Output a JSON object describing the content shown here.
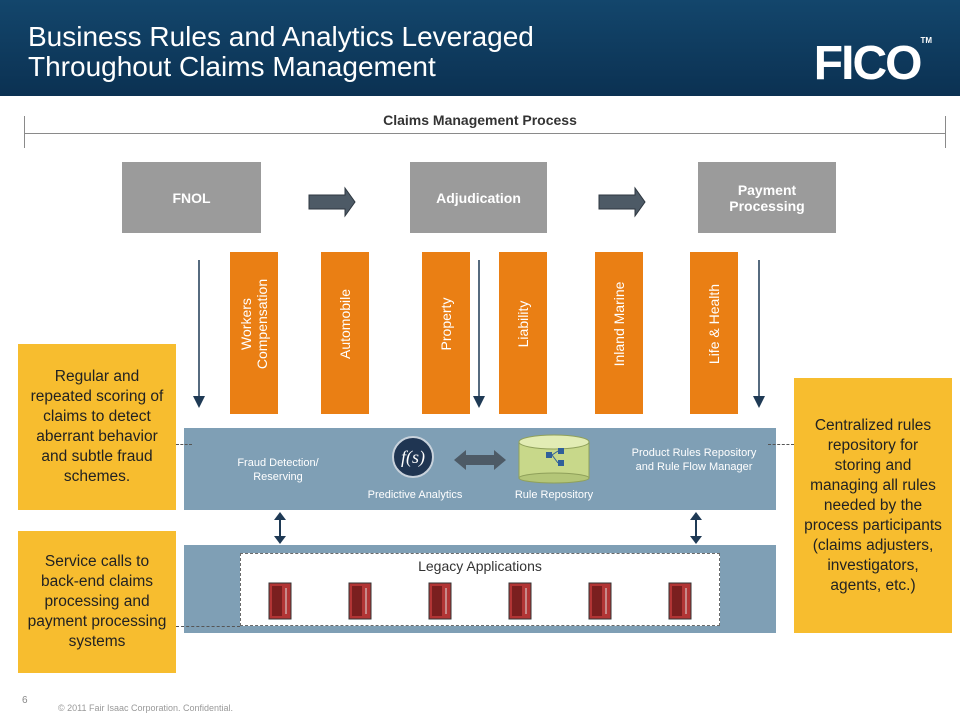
{
  "header": {
    "title_line1": "Business Rules and Analytics Leveraged",
    "title_line2": "Throughout Claims Management",
    "logo": "FICO",
    "logo_tm": "TM"
  },
  "process": {
    "label": "Claims Management Process",
    "stages": [
      "FNOL",
      "Adjudication",
      "Payment Processing"
    ]
  },
  "lines_of_business": [
    "Workers Compensation",
    "Automobile",
    "Property",
    "Liability",
    "Inland Marine",
    "Life & Health"
  ],
  "analytics": {
    "fraud_label": "Fraud Detection/ Reserving",
    "predictive_label": "Predictive Analytics",
    "predictive_icon_text": "f(s)",
    "rule_repo_label": "Rule Repository",
    "product_rules_label": "Product Rules Repository and Rule Flow Manager"
  },
  "legacy": {
    "title": "Legacy Applications",
    "server_count": 6
  },
  "callouts": {
    "scoring": "Regular and repeated scoring of claims to detect aberrant behavior and subtle fraud schemes.",
    "service_calls": "Service calls to back-end claims processing and payment processing systems",
    "centralized": "Centralized rules repository for storing and managing all rules needed by the process participants (claims adjusters, investigators, agents, etc.)"
  },
  "footer": {
    "page": "6",
    "copyright": "© 2011 Fair Isaac Corporation. Confidential."
  },
  "colors": {
    "header_bg": "#0e3a5b",
    "stage_gray": "#9b9b9b",
    "lob_orange": "#ea7f14",
    "band_blue": "#7f9fb5",
    "callout_yellow": "#f7bd2f"
  }
}
